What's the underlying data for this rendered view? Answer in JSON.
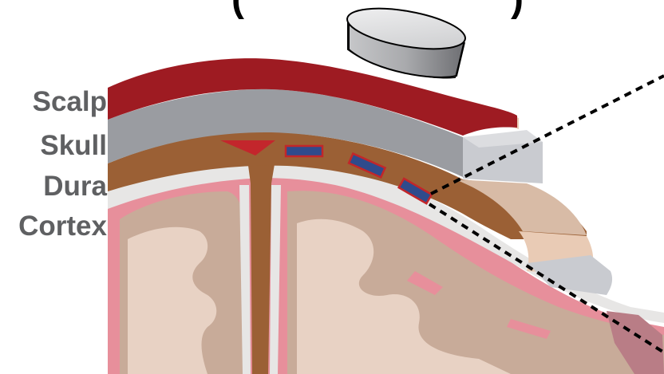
{
  "labels": {
    "scalp": "Scalp",
    "skull": "Skull",
    "dura": "Dura",
    "cortex": "Cortex"
  },
  "top_caption_fragment": "(",
  "top_caption_fragment_end": ")",
  "colors": {
    "scalp": "#9e1b22",
    "skin_side": "#e9cbb5",
    "skull": "#9a9ca1",
    "skull_cut": "#c9cbd0",
    "dura": "#9b6035",
    "csf": "#e7e6e5",
    "pia": "#e78f9b",
    "gray_matter": "#c8ab99",
    "white_matter": "#e8d2c4",
    "sinus": "#c3262c",
    "electrode_fill": "#2f4b8c",
    "electrode_border": "#c2262a",
    "label_text": "#5f6062",
    "dashed_line": "#000000"
  },
  "icons": {
    "transducer": "cylinder-transducer-icon",
    "electrode": "ecog-electrode-icon"
  },
  "electrodes_count": 3
}
